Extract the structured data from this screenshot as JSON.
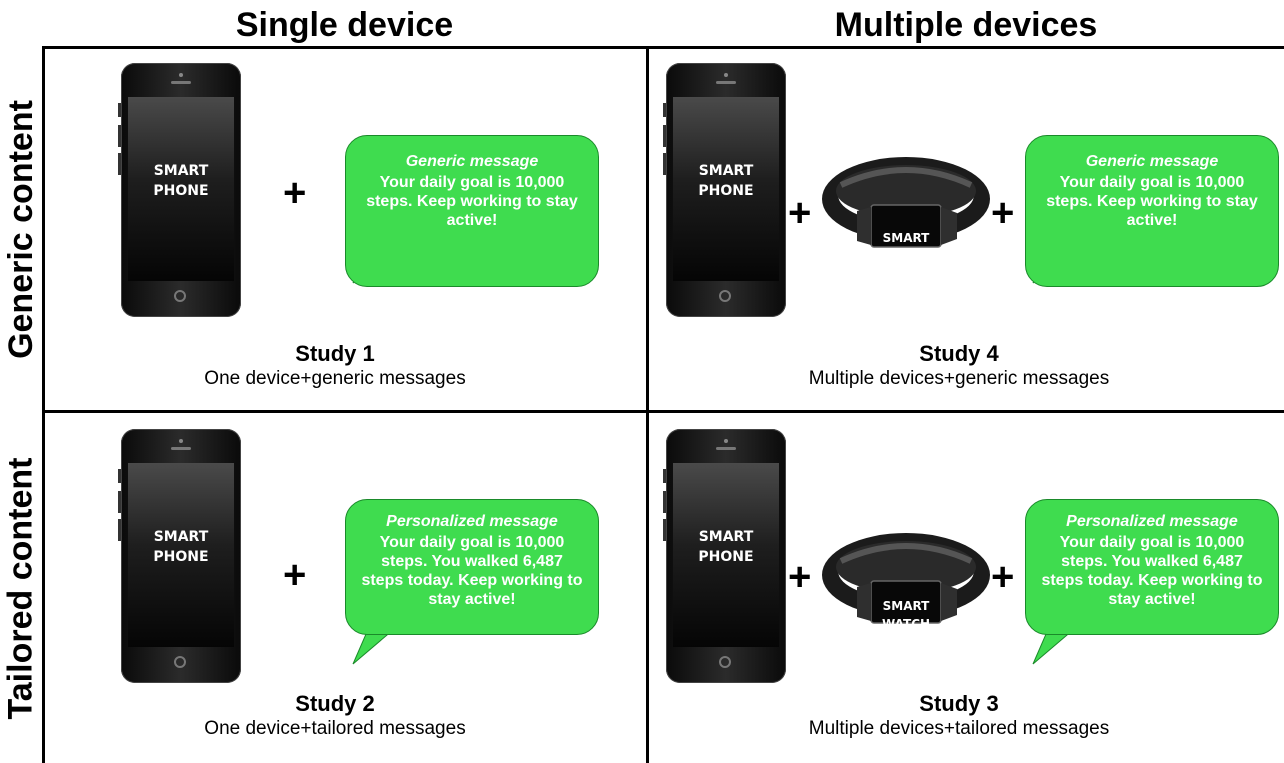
{
  "columns": [
    {
      "label": "Single device"
    },
    {
      "label": "Multiple devices"
    }
  ],
  "rows": [
    {
      "label": "Generic content"
    },
    {
      "label": "Tailored content"
    }
  ],
  "devices": {
    "phone_label": "SMART\nPHONE",
    "watch_label": "SMART\nWATCH"
  },
  "plus_symbol": "+",
  "colors": {
    "bubble": "#3fdc4f",
    "bubble_border": "#1a8a2a"
  },
  "cells": {
    "study1": {
      "title": "Study 1",
      "subtitle": "One device+generic messages",
      "message_type": "Generic message",
      "message_body": "Your daily goal is 10,000 steps. Keep working to stay active!"
    },
    "study4": {
      "title": "Study 4",
      "subtitle": "Multiple devices+generic messages",
      "message_type": "Generic message",
      "message_body": "Your daily goal is 10,000 steps. Keep working to stay active!"
    },
    "study2": {
      "title": "Study 2",
      "subtitle": "One device+tailored messages",
      "message_type": "Personalized message",
      "message_body": "Your daily goal is 10,000 steps. You walked 6,487 steps today. Keep working to stay active!"
    },
    "study3": {
      "title": "Study 3",
      "subtitle": "Multiple devices+tailored messages",
      "message_type": "Personalized message",
      "message_body": "Your daily goal is 10,000 steps. You walked 6,487 steps today. Keep working to stay active!"
    }
  }
}
